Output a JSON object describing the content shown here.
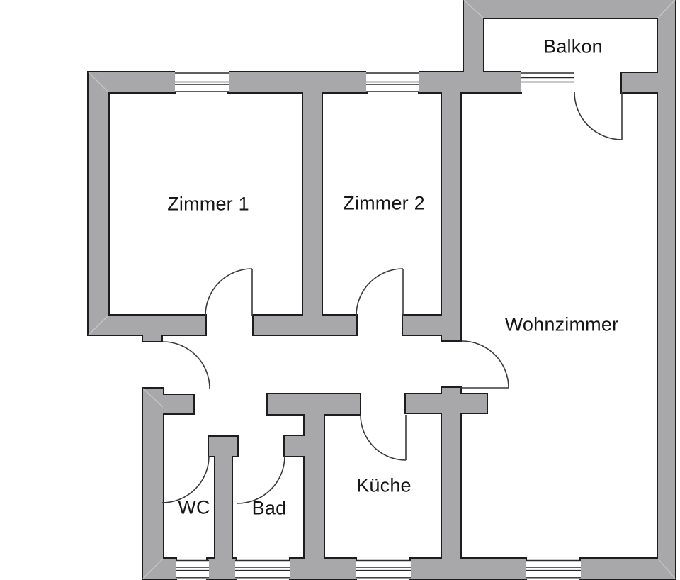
{
  "rooms": {
    "balkon": {
      "label": "Balkon"
    },
    "zimmer1": {
      "label": "Zimmer 1"
    },
    "zimmer2": {
      "label": "Zimmer 2"
    },
    "wohnzimmer": {
      "label": "Wohnzimmer"
    },
    "kueche": {
      "label": "Küche"
    },
    "wc": {
      "label": "WC"
    },
    "bad": {
      "label": "Bad"
    }
  },
  "colors": {
    "background": "#ffffff",
    "wall_fill": "#a8a8ab",
    "wall_outline": "#1d1d20",
    "door_line": "#3a3a3e",
    "window_line": "#2a2a2e",
    "seam_line": "#c6c6c9",
    "text": "#161616"
  }
}
